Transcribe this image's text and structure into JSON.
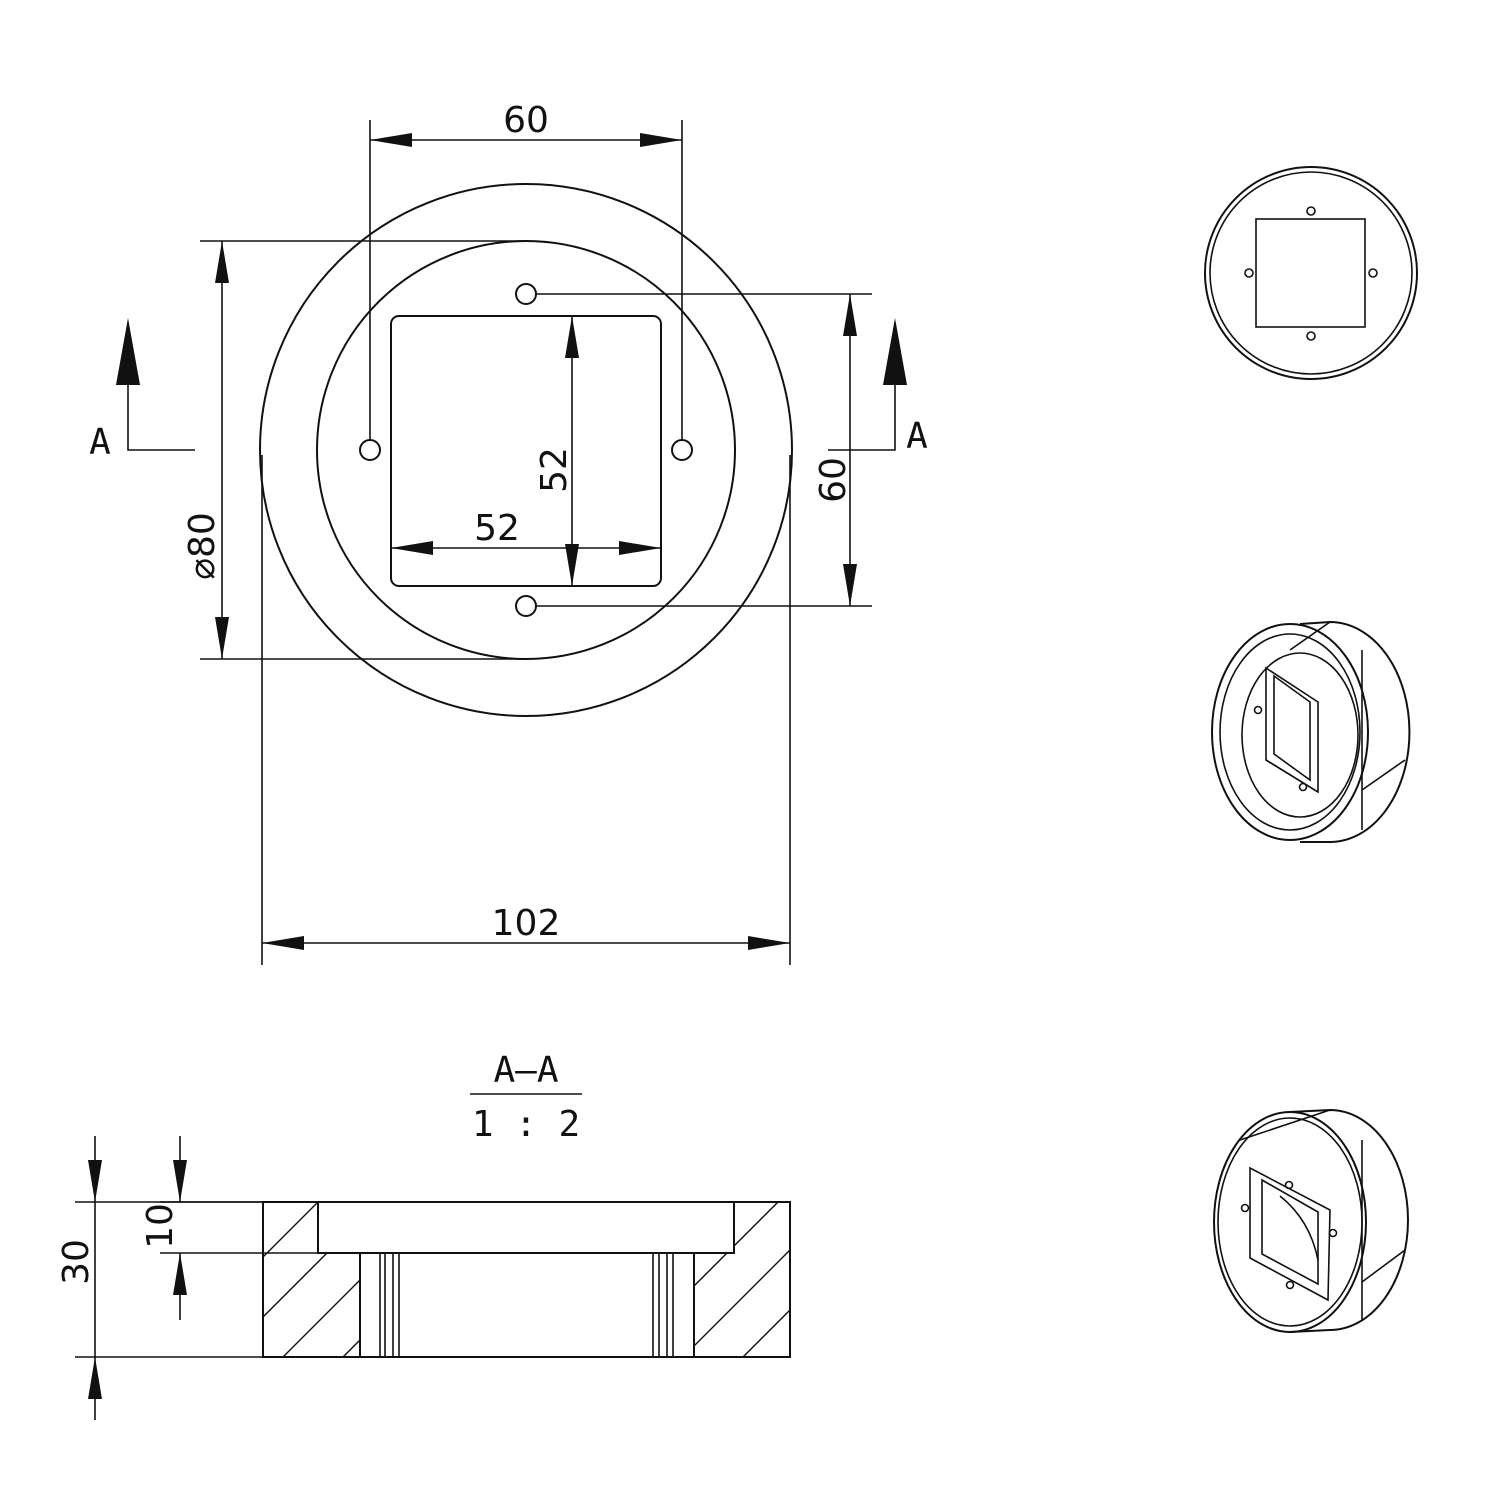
{
  "front_view": {
    "dims": {
      "hole_spacing_horizontal": "60",
      "hole_spacing_vertical": "60",
      "window_width": "52",
      "window_height": "52",
      "recess_diameter": "⌀80",
      "outer_diameter": "102"
    },
    "section_marker_left": "A",
    "section_marker_right": "A"
  },
  "section_view": {
    "title": "A–A",
    "scale": "1 : 2",
    "dims": {
      "recess_depth": "10",
      "total_height": "30"
    }
  },
  "iso_views": {
    "top": "top-view-thumbnail",
    "iso_back": "isometric-view-rear",
    "iso_front": "isometric-view-front"
  }
}
